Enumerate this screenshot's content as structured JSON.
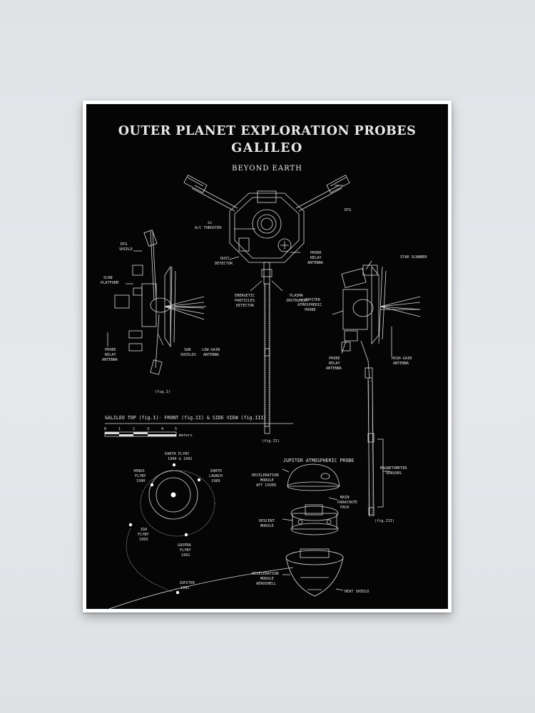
{
  "title": {
    "line1": "OUTER PLANET EXPLORATION PROBES",
    "line2": "GALILEO",
    "subtitle": "BEYOND EARTH"
  },
  "labels": {
    "rtg_top": "RTG",
    "ac_thruster": [
      "2x",
      "A/C THRUSTER"
    ],
    "rtg_shield": [
      "RTG",
      "SHIELD"
    ],
    "scan_platform": [
      "SCAN",
      "PLATFORM"
    ],
    "dust_detector": [
      "DUST",
      "DETECTOR"
    ],
    "probe_relay_antenna_center": [
      "PROBE",
      "RELAY",
      "ANTENNA"
    ],
    "energetic_particles": [
      "ENERGETIC",
      "PARTICLES",
      "DETECTOR"
    ],
    "plasma_instrument": [
      "PLASMA",
      "INSTRUMENT"
    ],
    "star_scanner": "STAR SCANNER",
    "jupiter_atmospheric_probe": [
      "JUPITER",
      "ATMOSPHERIC",
      "PROBE"
    ],
    "probe_relay_antenna_left": [
      "PROBE",
      "RELAY",
      "ANTENNA"
    ],
    "sun_shields": [
      "SUN",
      "SHIELDS"
    ],
    "low_gain_antenna": [
      "LOW-GAIN",
      "ANTENNA"
    ],
    "probe_relay_antenna_right": [
      "PROBE",
      "RELAY",
      "ANTENNA"
    ],
    "high_gain_antenna": [
      "HIGH-GAIN",
      "ANTENNA"
    ],
    "magnetometer_sensors": [
      "MAGNETOMETER",
      "SENSORS"
    ],
    "fig1": "(fig.I)",
    "fig2": "(fig.II)",
    "fig3": "(fig.III)"
  },
  "scale": {
    "caption": "GALILEO TOP (fig.I)- FRONT (fig.II) & SIDE VIEW (fig.III)",
    "ticks": [
      "0",
      "1",
      "2",
      "3",
      "4",
      "5"
    ],
    "unit": "meters"
  },
  "trajectory": {
    "earth_flyby": [
      "EARTH FLYBY",
      "1990 & 1992"
    ],
    "venus_flyby": [
      "VENUS",
      "FLYBY",
      "1990"
    ],
    "earth_launch": [
      "EARTH",
      "LAUNCH",
      "1989"
    ],
    "ida_flyby": [
      "IDA",
      "FLYBY",
      "1993"
    ],
    "gaspra_flyby": [
      "GASPRA",
      "FLYBY",
      "1991"
    ],
    "jupiter": [
      "JUPITER",
      "1995"
    ]
  },
  "probe_section": {
    "title": "JUPITER ATMOSPHERIC PROBE",
    "aft_cover": [
      "DECELERATION",
      "MODULE",
      "AFT COVER"
    ],
    "main_parachute": [
      "MAIN",
      "PARACHUTE",
      "PACK"
    ],
    "descent_module": [
      "DESCENT",
      "MODULE"
    ],
    "aeroshell": [
      "DECELERATION",
      "MODULE",
      "AEROSHELL"
    ],
    "heat_shield": "HEAT SHIELD"
  }
}
